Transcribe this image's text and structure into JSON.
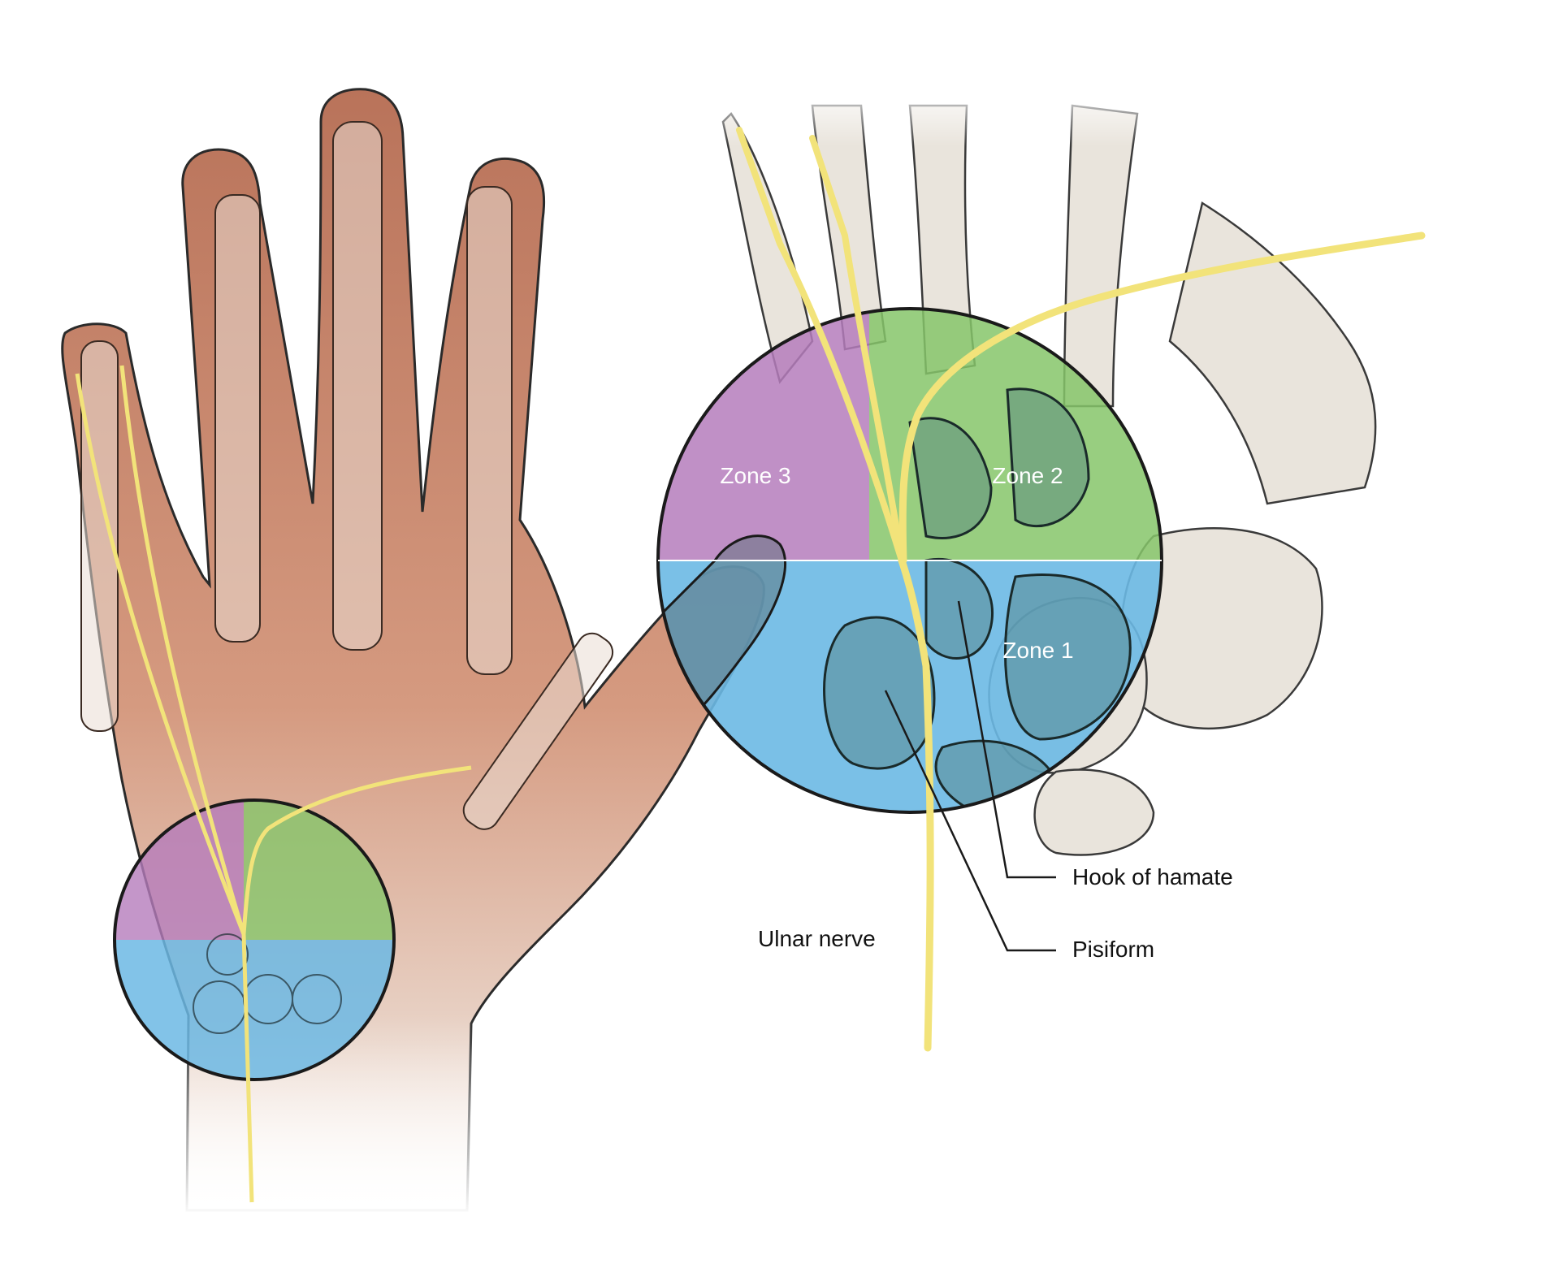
{
  "labels": {
    "zone3": "Zone 3",
    "zone2": "Zone 2",
    "zone1": "Zone 1",
    "ulnar_nerve": "Ulnar nerve",
    "hook_of_hamate": "Hook of hamate",
    "pisiform": "Pisiform"
  },
  "colors": {
    "zone3": "#b57cbc",
    "zone2": "#86c66a",
    "zone1": "#6cb9e4",
    "nerve": "#f2e37a",
    "skin": "#c88a6e",
    "bone": "#e9e4dc",
    "outline": "#2a2a2a"
  }
}
